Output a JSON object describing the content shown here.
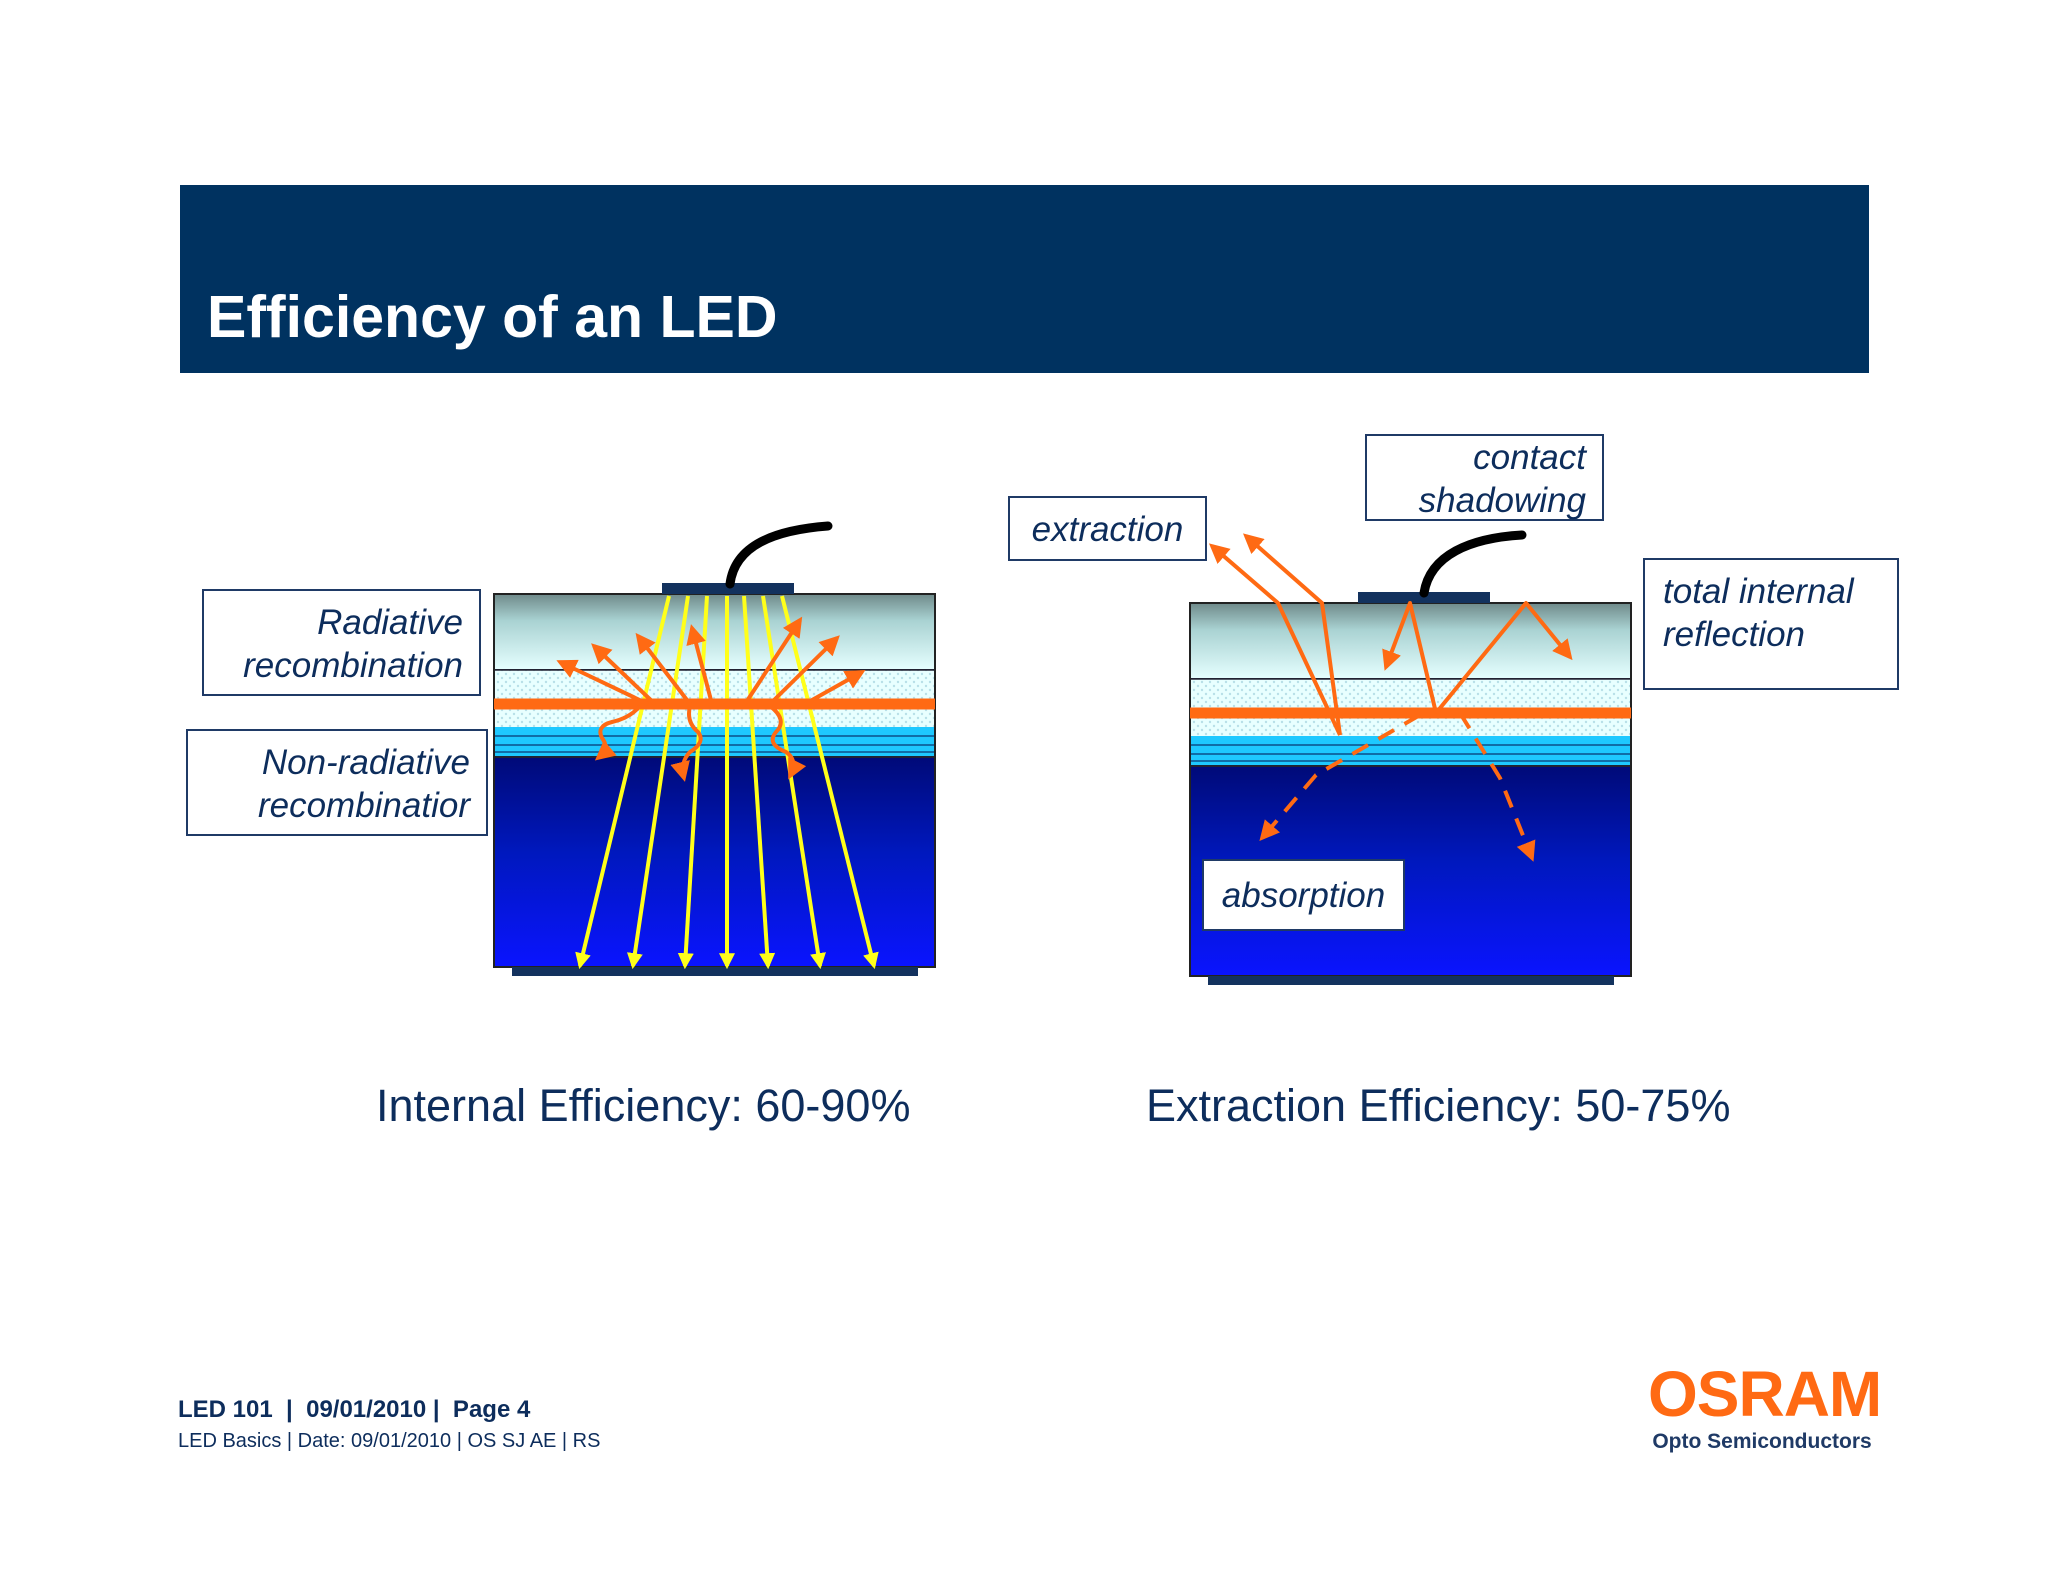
{
  "slide": {
    "title": "Efficiency of an LED"
  },
  "left_diagram": {
    "label_radiative": [
      "Radiative",
      "recombination"
    ],
    "label_nonradiative": [
      "Non-radiative",
      "recombinatior"
    ],
    "caption": "Internal Efficiency: 60-90%"
  },
  "right_diagram": {
    "label_extraction": "extraction",
    "label_contact": [
      "contact",
      "shadowing"
    ],
    "label_tir": [
      "total internal",
      "reflection"
    ],
    "label_absorption": "absorption",
    "caption": "Extraction Efficiency: 50-75%"
  },
  "footer": {
    "line1": "LED 101  |  09/01/2010 |  Page 4",
    "line2": "LED Basics | Date: 09/01/2010 | OS SJ AE | RS"
  },
  "logo": {
    "brand": "OSRAM",
    "subtitle": "Opto Semiconductors"
  },
  "colors": {
    "header_bg": "#003260",
    "ray_orange": "#ff6a13",
    "ray_yellow": "#ffff1a",
    "substrate_blue": "#0000ee",
    "text_navy": "#0d2d5c"
  }
}
